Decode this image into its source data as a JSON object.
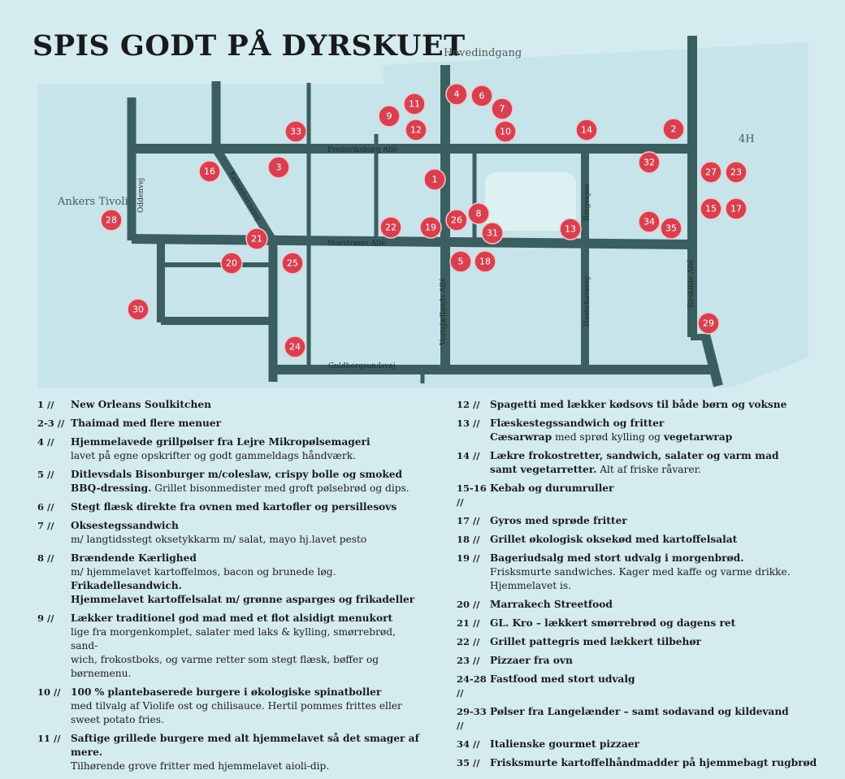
{
  "title": "SPIS GODT PÅ DYRSKUET",
  "map": {
    "labels": {
      "hovedindgang": "Hovedindgang",
      "fourh": "4H",
      "ankers_tivoli": "Ankers Tivoli"
    },
    "streets": {
      "frederiksborg": "Frederiksborg Allé",
      "storstroms": "Storstrøms Allé",
      "guldborgsund": "Guldborgsundsvej",
      "oddenvej": "Oddenvej",
      "kobenhavnsvej": "Københavnsvej",
      "vestsjaellands": "Vestsjællands Allé",
      "ringvejen": "Ringvejen",
      "hestehavevej": "Hestehavevej",
      "roskilde": "Roskilde Allé"
    },
    "colors": {
      "pin": "#d8404f",
      "road": "#3b5e5e",
      "area": "#c6e4ea",
      "background": "#d4ebef"
    },
    "markers": [
      "1",
      "2",
      "3",
      "4",
      "5",
      "6",
      "7",
      "8",
      "9",
      "10",
      "11",
      "12",
      "13",
      "14",
      "15",
      "16",
      "17",
      "18",
      "19",
      "20",
      "21",
      "22",
      "23",
      "24",
      "25",
      "26",
      "27",
      "28",
      "29",
      "30",
      "31",
      "32",
      "33",
      "34",
      "35"
    ]
  },
  "legend": {
    "left": [
      {
        "num": "1 //",
        "lines": [
          [
            {
              "t": "New Orleans Soulkitchen",
              "b": true
            }
          ]
        ]
      },
      {
        "num": "2-3 //",
        "lines": [
          [
            {
              "t": "Thaimad med flere menuer",
              "b": true
            }
          ]
        ]
      },
      {
        "num": "4 //",
        "lines": [
          [
            {
              "t": "Hjemmelavede grillpølser fra Lejre Mikropølsemageri",
              "b": true
            }
          ],
          [
            {
              "t": "lavet på egne opskrifter og godt gammeldags håndværk.",
              "b": false
            }
          ]
        ]
      },
      {
        "num": "5 //",
        "lines": [
          [
            {
              "t": "Ditlevsdals Bisonburger m/coleslaw, crispy bolle og smoked",
              "b": true
            }
          ],
          [
            {
              "t": "BBQ-dressing.",
              "b": true
            },
            {
              "t": " Grillet bisonmedister med groft pølsebrød og dips.",
              "b": false
            }
          ]
        ]
      },
      {
        "num": "6 //",
        "lines": [
          [
            {
              "t": "Stegt flæsk direkte fra ovnen med kartofler og persillesovs",
              "b": true
            }
          ]
        ]
      },
      {
        "num": "7 //",
        "lines": [
          [
            {
              "t": "Oksestegssandwich",
              "b": true
            }
          ],
          [
            {
              "t": "m/ langtidsstegt oksetykkarm m/ salat, mayo hj.lavet pesto",
              "b": false
            }
          ]
        ]
      },
      {
        "num": "8 //",
        "lines": [
          [
            {
              "t": "Brændende Kærlighed",
              "b": true
            }
          ],
          [
            {
              "t": "m/ hjemmelavet kartoffelmos, bacon og brunede løg.",
              "b": false
            }
          ],
          [
            {
              "t": "Frikadellesandwich.",
              "b": true
            }
          ],
          [
            {
              "t": "Hjemmelavet kartoffelsalat m/ grønne asparges og frikadeller",
              "b": true
            }
          ]
        ]
      },
      {
        "num": "9 //",
        "lines": [
          [
            {
              "t": "Lækker traditionel god mad med et flot alsidigt menukort",
              "b": true
            }
          ],
          [
            {
              "t": "lige fra morgenkomplet, salater med laks & kylling, smørrebrød, sand-",
              "b": false
            }
          ],
          [
            {
              "t": "wich, frokostboks, og varme retter som stegt flæsk, bøffer og børnemenu.",
              "b": false
            }
          ]
        ]
      },
      {
        "num": "10 //",
        "lines": [
          [
            {
              "t": "100 % plantebaserede burgere i økologiske spinatboller",
              "b": true
            }
          ],
          [
            {
              "t": "med tilvalg af Violife ost og chilisauce. Hertil pommes frittes eller",
              "b": false
            }
          ],
          [
            {
              "t": "sweet potato fries.",
              "b": false
            }
          ]
        ]
      },
      {
        "num": "11 //",
        "lines": [
          [
            {
              "t": "Saftige grillede burgere med alt hjemmelavet så det smager af mere.",
              "b": true
            }
          ],
          [
            {
              "t": "Tilhørende grove fritter med hjemmelavet aioli-dip.",
              "b": false
            }
          ]
        ]
      }
    ],
    "right": [
      {
        "num": "12 //",
        "lines": [
          [
            {
              "t": "Spagetti med lækker kødsovs til både børn og voksne",
              "b": true
            }
          ]
        ]
      },
      {
        "num": "13 //",
        "lines": [
          [
            {
              "t": "Flæskestegssandwich og fritter",
              "b": true
            }
          ],
          [
            {
              "t": "Cæsarwrap",
              "b": true
            },
            {
              "t": " med sprød kylling og ",
              "b": false
            },
            {
              "t": "vegetarwrap",
              "b": true
            }
          ]
        ]
      },
      {
        "num": "14 //",
        "lines": [
          [
            {
              "t": "Lækre frokostretter, sandwich, salater og varm mad",
              "b": true
            }
          ],
          [
            {
              "t": "samt vegetarretter.",
              "b": true
            },
            {
              "t": " Alt af friske råvarer.",
              "b": false
            }
          ]
        ]
      },
      {
        "num": "15-16 //",
        "lines": [
          [
            {
              "t": "Kebab og durumruller",
              "b": true
            }
          ]
        ]
      },
      {
        "num": "17 //",
        "lines": [
          [
            {
              "t": "Gyros med sprøde fritter",
              "b": true
            }
          ]
        ]
      },
      {
        "num": "18 //",
        "lines": [
          [
            {
              "t": "Grillet økologisk oksekød med kartoffelsalat",
              "b": true
            }
          ]
        ]
      },
      {
        "num": "19 //",
        "lines": [
          [
            {
              "t": "Bageriudsalg med stort udvalg i morgenbrød.",
              "b": true
            }
          ],
          [
            {
              "t": "Frisksmurte sandwiches. Kager med kaffe og varme drikke.",
              "b": false
            }
          ],
          [
            {
              "t": "Hjemmelavet is.",
              "b": false
            }
          ]
        ]
      },
      {
        "num": "20 //",
        "lines": [
          [
            {
              "t": "Marrakech Streetfood",
              "b": true
            }
          ]
        ]
      },
      {
        "num": "21 //",
        "lines": [
          [
            {
              "t": "GL. Kro – lækkert smørrebrød og dagens ret",
              "b": true
            }
          ]
        ]
      },
      {
        "num": "22 //",
        "lines": [
          [
            {
              "t": "Grillet pattegris med lækkert tilbehør",
              "b": true
            }
          ]
        ]
      },
      {
        "num": "23 //",
        "lines": [
          [
            {
              "t": "Pizzaer fra ovn",
              "b": true
            }
          ]
        ]
      },
      {
        "num": "24-28 //",
        "lines": [
          [
            {
              "t": "Fastfood med stort udvalg",
              "b": true
            }
          ]
        ]
      },
      {
        "num": "29-33 //",
        "lines": [
          [
            {
              "t": "Pølser fra Langelænder – samt sodavand og kildevand",
              "b": true
            }
          ]
        ]
      },
      {
        "num": "34 //",
        "lines": [
          [
            {
              "t": "Italienske gourmet pizzaer",
              "b": true
            }
          ]
        ]
      },
      {
        "num": "35 //",
        "lines": [
          [
            {
              "t": "Frisksmurte kartoffelhåndmadder på hjemmebagt rugbrød",
              "b": true
            }
          ]
        ]
      }
    ]
  }
}
